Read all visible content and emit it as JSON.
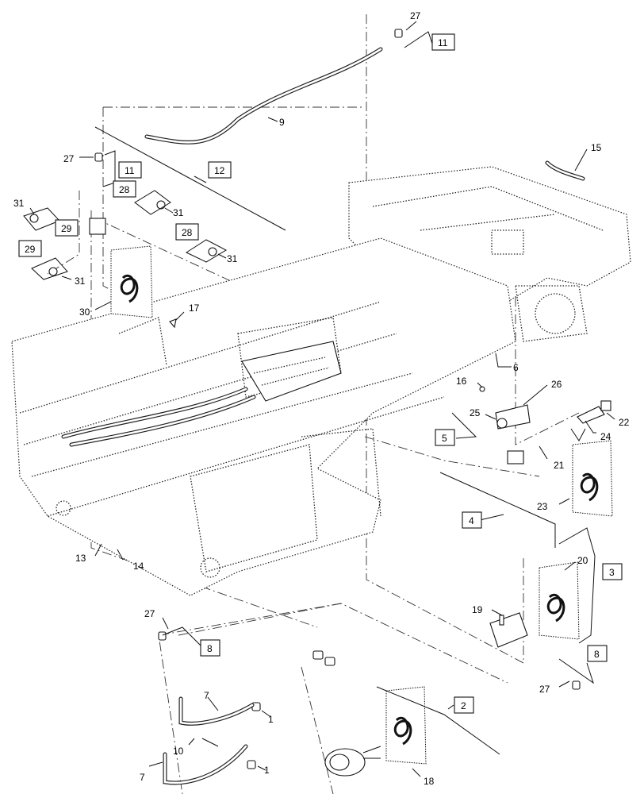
{
  "diagram": {
    "callouts": {
      "n1a": "1",
      "n1b": "1",
      "n6": "6",
      "n7a": "7",
      "n7b": "7",
      "n9": "9",
      "n10": "10",
      "n13": "13",
      "n14": "14",
      "n15": "15",
      "n16": "16",
      "n17": "17",
      "n18": "18",
      "n19": "19",
      "n20": "20",
      "n21": "21",
      "n22": "22",
      "n23": "23",
      "n24": "24",
      "n25": "25",
      "n26": "26",
      "n27a": "27",
      "n27b": "27",
      "n27c": "27",
      "n27d": "27",
      "n30": "30",
      "n31a": "31",
      "n31b": "31",
      "n31c": "31",
      "n31d": "31"
    },
    "boxed_callouts": {
      "b2": "2",
      "b3": "3",
      "b4": "4",
      "b5": "5",
      "b8a": "8",
      "b8b": "8",
      "b11a": "11",
      "b11b": "11",
      "b12": "12",
      "b28a": "28",
      "b28b": "28",
      "b29a": "29",
      "b29b": "29"
    }
  }
}
